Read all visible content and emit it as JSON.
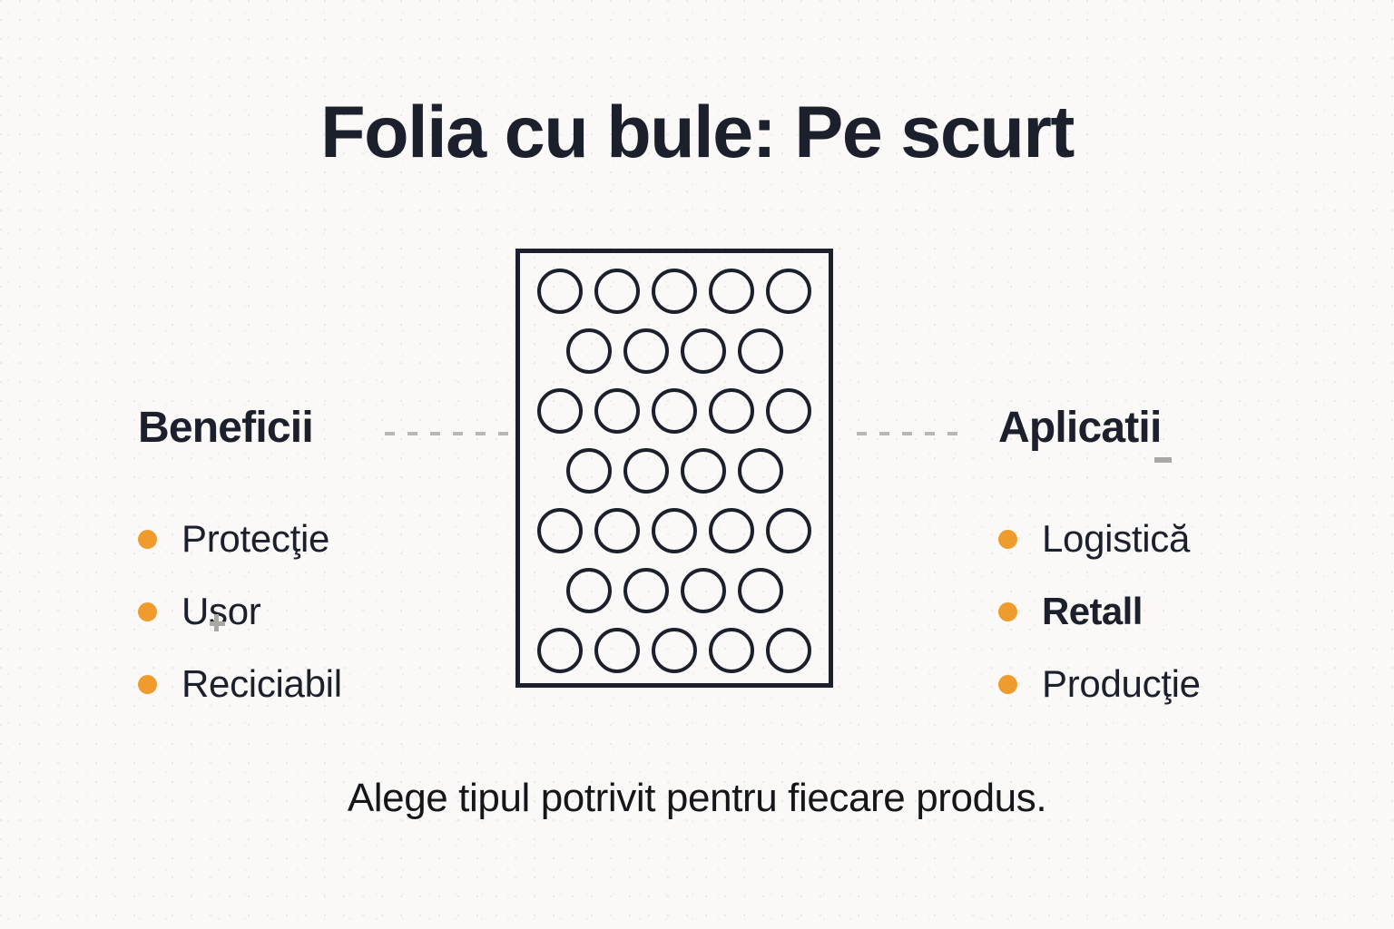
{
  "page": {
    "title": "Folia cu bule: Pe scurt",
    "caption": "Alege tipul potrivit pentru fiecare produs.",
    "background_color": "#faf9f7",
    "ink_color": "#1b202c",
    "accent_color": "#ef9b2e",
    "connector_color": "#b9b7b2"
  },
  "illustration": {
    "name": "bubble-wrap-sheet",
    "rows": 7,
    "row_counts": [
      5,
      4,
      5,
      4,
      5,
      4,
      5
    ],
    "bubble_count": 32
  },
  "columns": {
    "left": {
      "heading": "Beneficii",
      "items": [
        {
          "label": "Protecţie",
          "emphasis": false
        },
        {
          "label": "Usor",
          "emphasis": false
        },
        {
          "label": "Reciciabil",
          "emphasis": false
        }
      ]
    },
    "right": {
      "heading": "Aplicatii",
      "items": [
        {
          "label": "Logistică",
          "emphasis": false
        },
        {
          "label": "Retall",
          "emphasis": true
        },
        {
          "label": "Producţie",
          "emphasis": false
        }
      ]
    }
  }
}
